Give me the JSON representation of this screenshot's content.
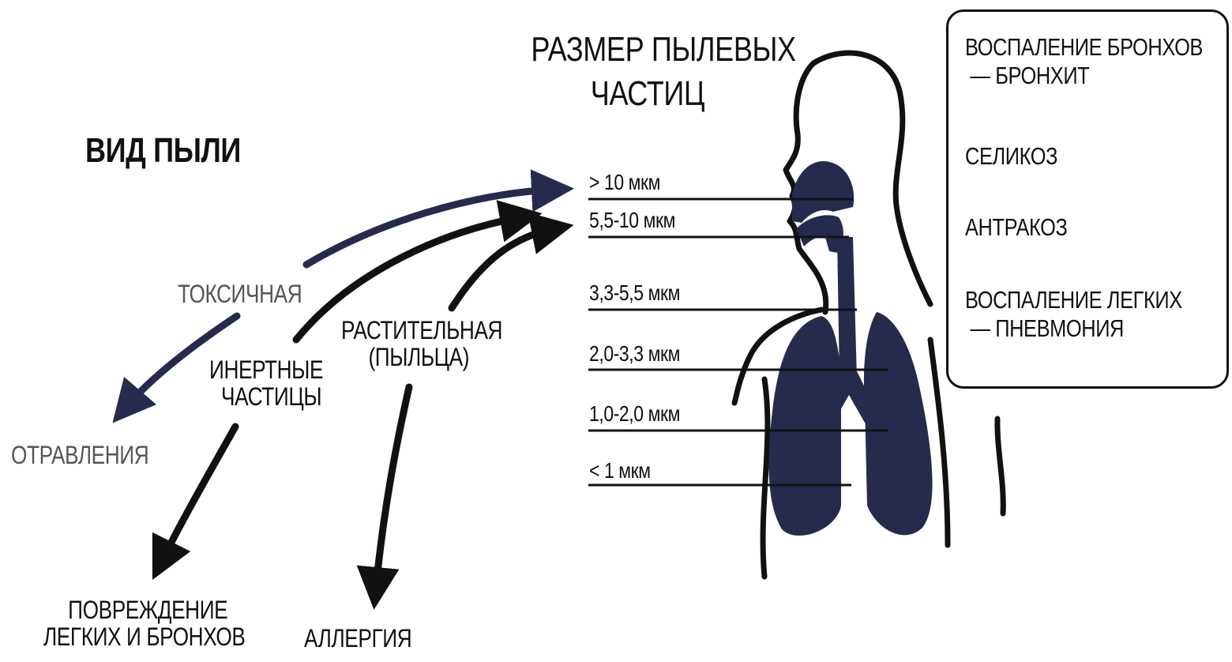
{
  "title": {
    "particle_size": [
      "РАЗМЕР ПЫЛЕВЫХ",
      "ЧАСТИЦ"
    ],
    "dust_type": "ВИД ПЫЛИ"
  },
  "dust_types": {
    "toxic": "ТОКСИЧНАЯ",
    "inert": [
      "ИНЕРТНЫЕ",
      "ЧАСТИЦЫ"
    ],
    "plant": [
      "РАСТИТЕЛЬНАЯ",
      "(ПЫЛЬЦА)"
    ]
  },
  "effects": {
    "poisoning": "ОТРАВЛЕНИЯ",
    "damage": [
      "ПОВРЕЖДЕНИЕ",
      "ЛЕГКИХ  И БРОНХОВ"
    ],
    "allergy": "АЛЛЕРГИЯ"
  },
  "sizes": [
    "> 10 мкм",
    "5,5-10 мкм",
    "3,3-5,5 мкм",
    "2,0-3,3 мкм",
    "1,0-2,0 мкм",
    "< 1 мкм"
  ],
  "diseases": {
    "bronchitis": [
      "ВОСПАЛЕНИЕ БРОНХОВ",
      "— БРОНХИТ"
    ],
    "silicosis": "СЕЛИКОЗ",
    "anthracosis": "АНТРАКОЗ",
    "pneumonia": [
      "ВОСПАЛЕНИЕ ЛЕГКИХ",
      "— ПНЕВМОНИЯ"
    ]
  },
  "colors": {
    "navy": "#262a4d",
    "ink": "#111111",
    "grey_text": "#555555"
  }
}
